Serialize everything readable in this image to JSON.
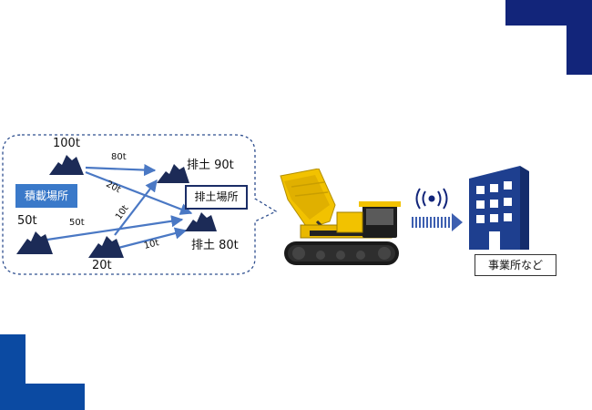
{
  "colors": {
    "navy": "#12257a",
    "corner_blue": "#0b4aa2",
    "arrow_blue": "#4a78c4",
    "box_blue": "#3a79c9",
    "pile": "#1c2b57",
    "truck_yellow": "#f2c200",
    "building": "#1e3f8f"
  },
  "icons": [
    "pile-icon",
    "arrow-icon",
    "dump-truck-icon",
    "wireless-signal-icon",
    "office-building-icon"
  ],
  "diagram": {
    "loading_area_label": "積載場所",
    "dump_area_label": "排土場所",
    "office_label": "事業所など",
    "piles": {
      "loading_top": "100t",
      "loading_left": "50t",
      "loading_bottom": "20t",
      "dump_top": "排土 90t",
      "dump_bottom": "排土 80t"
    },
    "arrows": {
      "a1": "80t",
      "a2": "20t",
      "a3": "50t",
      "a4": "10t",
      "a5": "10t"
    }
  }
}
